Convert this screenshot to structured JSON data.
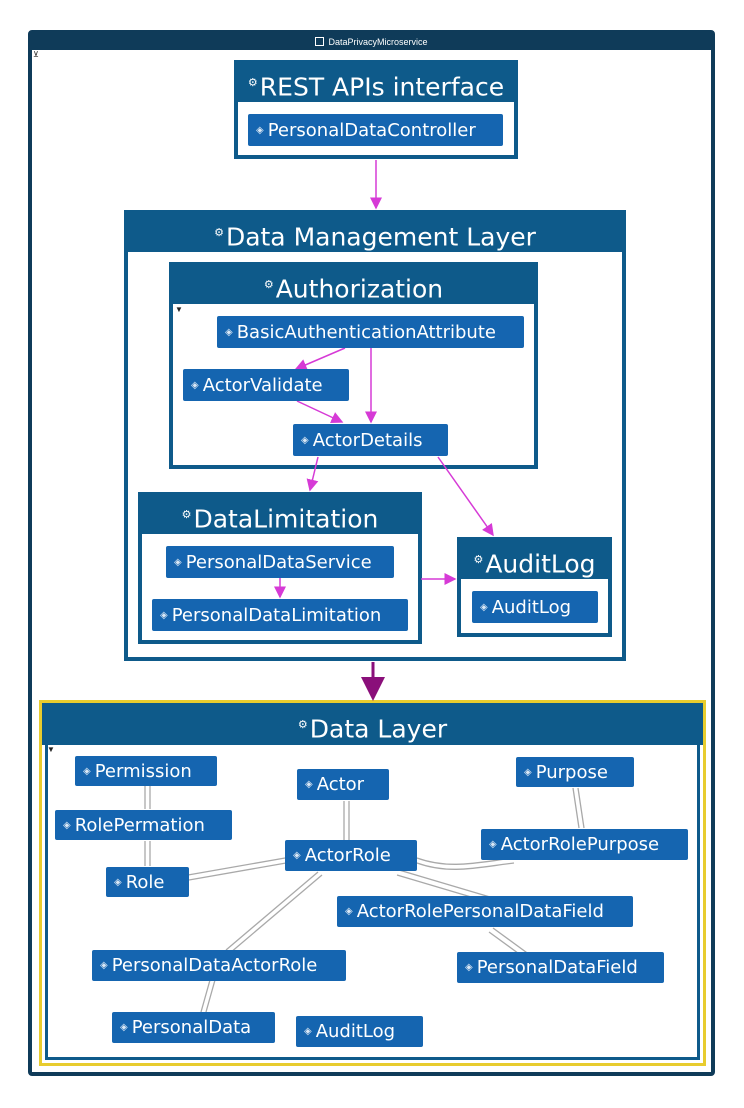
{
  "window": {
    "title": "DataPrivacyMicroservice"
  },
  "layers": {
    "rest": {
      "title": "REST APIs interface",
      "nodes": {
        "controller": "PersonalDataController"
      }
    },
    "management": {
      "title": "Data Management Layer"
    },
    "authorization": {
      "title": "Authorization",
      "nodes": {
        "basic_auth": "BasicAuthenticationAttribute",
        "actor_validate": "ActorValidate",
        "actor_details": "ActorDetails"
      }
    },
    "limitation": {
      "title": "DataLimitation",
      "nodes": {
        "pd_service": "PersonalDataService",
        "pd_limitation": "PersonalDataLimitation"
      }
    },
    "auditlog": {
      "title": "AuditLog",
      "nodes": {
        "auditlog": "AuditLog"
      }
    },
    "data": {
      "title": "Data Layer",
      "nodes": {
        "permission": "Permission",
        "role_permation": "RolePermation",
        "role": "Role",
        "actor": "Actor",
        "actor_role": "ActorRole",
        "purpose": "Purpose",
        "actor_role_purpose": "ActorRolePurpose",
        "actor_role_pdf": "ActorRolePersonalDataField",
        "pd_actor_role": "PersonalDataActorRole",
        "pd_field": "PersonalDataField",
        "personal_data": "PersonalData",
        "auditlog": "AuditLog"
      }
    }
  },
  "colors": {
    "frame": "#0f3b59",
    "container": "#0e5a8a",
    "node": "#1565b0",
    "dependency": "#d63ad6",
    "layer_link": "#8a0f7a",
    "association": "#a9a9a9",
    "highlight": "#e8cc2e"
  },
  "icons": {
    "layer": "gear-icon",
    "class": "class-icon",
    "window": "diagram-icon",
    "filter": "filter-icon"
  }
}
